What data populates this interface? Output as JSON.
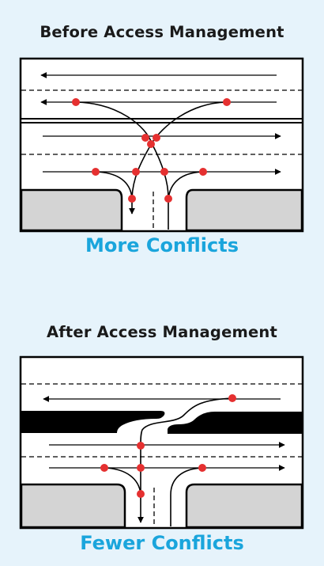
{
  "before": {
    "title": "Before Access Management",
    "caption": "More Conflicts"
  },
  "after": {
    "title": "After Access Management",
    "caption": "Fewer Conflicts"
  },
  "colors": {
    "background": "#e6f3fb",
    "caption": "#1aa5dc",
    "conflict_point": "#e53030",
    "curb": "#d4d4d4",
    "median": "#000000"
  }
}
